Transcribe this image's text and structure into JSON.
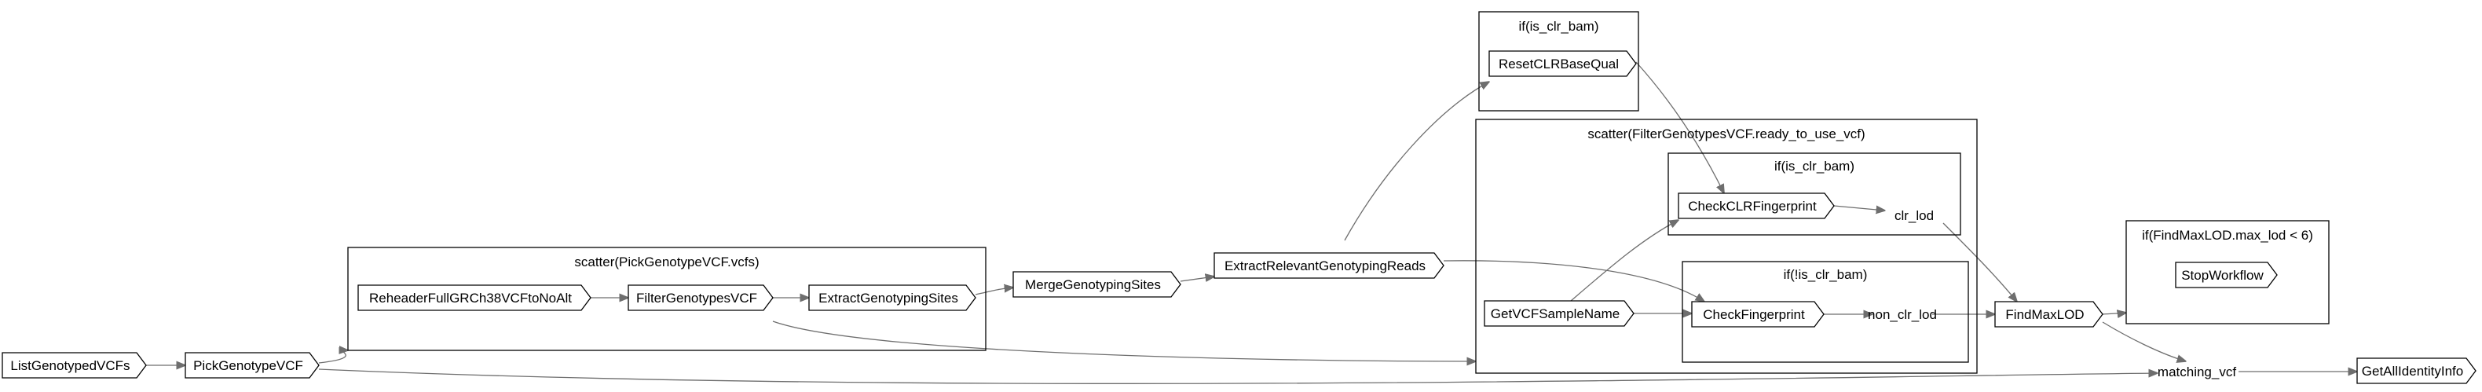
{
  "diagram": {
    "clusters": [
      {
        "id": "c_scatter_pick",
        "label": "scatter(PickGenotypeVCF.vcfs)"
      },
      {
        "id": "c_if_clr_top",
        "label": "if(is_clr_bam)"
      },
      {
        "id": "c_scatter_filter",
        "label": "scatter(FilterGenotypesVCF.ready_to_use_vcf)"
      },
      {
        "id": "c_if_clr_inner",
        "label": "if(is_clr_bam)"
      },
      {
        "id": "c_if_not_clr",
        "label": "if(!is_clr_bam)"
      },
      {
        "id": "c_if_maxlod",
        "label": "if(FindMaxLOD.max_lod < 6)"
      }
    ],
    "tasks": [
      {
        "id": "t_list",
        "label": "ListGenotypedVCFs"
      },
      {
        "id": "t_pick",
        "label": "PickGenotypeVCF"
      },
      {
        "id": "t_rehead",
        "label": "ReheaderFullGRCh38VCFtoNoAlt"
      },
      {
        "id": "t_filter",
        "label": "FilterGenotypesVCF"
      },
      {
        "id": "t_extract",
        "label": "ExtractGenotypingSites"
      },
      {
        "id": "t_merge",
        "label": "MergeGenotypingSites"
      },
      {
        "id": "t_relevant",
        "label": "ExtractRelevantGenotypingReads"
      },
      {
        "id": "t_reset",
        "label": "ResetCLRBaseQual"
      },
      {
        "id": "t_sample",
        "label": "GetVCFSampleName"
      },
      {
        "id": "t_checkclr",
        "label": "CheckCLRFingerprint"
      },
      {
        "id": "t_check",
        "label": "CheckFingerprint"
      },
      {
        "id": "t_maxlod",
        "label": "FindMaxLOD"
      },
      {
        "id": "t_stop",
        "label": "StopWorkflow"
      },
      {
        "id": "t_getall",
        "label": "GetAllIdentityInfo"
      }
    ],
    "variables": [
      {
        "id": "v_clr_lod",
        "label": "clr_lod"
      },
      {
        "id": "v_non_clr_lod",
        "label": "non_clr_lod"
      },
      {
        "id": "v_matching",
        "label": "matching_vcf"
      }
    ],
    "edges": [
      {
        "from": "t_list",
        "to": "t_pick"
      },
      {
        "from": "t_pick",
        "to": "c_scatter_pick"
      },
      {
        "from": "t_pick",
        "to": "v_matching"
      },
      {
        "from": "t_rehead",
        "to": "t_filter"
      },
      {
        "from": "t_filter",
        "to": "t_extract"
      },
      {
        "from": "t_filter",
        "to": "c_scatter_filter"
      },
      {
        "from": "t_extract",
        "to": "t_merge"
      },
      {
        "from": "t_merge",
        "to": "t_relevant"
      },
      {
        "from": "t_relevant",
        "to": "t_reset"
      },
      {
        "from": "t_relevant",
        "to": "t_check"
      },
      {
        "from": "t_reset",
        "to": "t_checkclr"
      },
      {
        "from": "t_sample",
        "to": "t_checkclr"
      },
      {
        "from": "t_sample",
        "to": "t_check"
      },
      {
        "from": "t_checkclr",
        "to": "v_clr_lod"
      },
      {
        "from": "t_check",
        "to": "v_non_clr_lod"
      },
      {
        "from": "v_clr_lod",
        "to": "t_maxlod"
      },
      {
        "from": "v_non_clr_lod",
        "to": "t_maxlod"
      },
      {
        "from": "t_maxlod",
        "to": "c_if_maxlod"
      },
      {
        "from": "t_maxlod",
        "to": "v_matching"
      },
      {
        "from": "v_matching",
        "to": "t_getall"
      }
    ]
  }
}
